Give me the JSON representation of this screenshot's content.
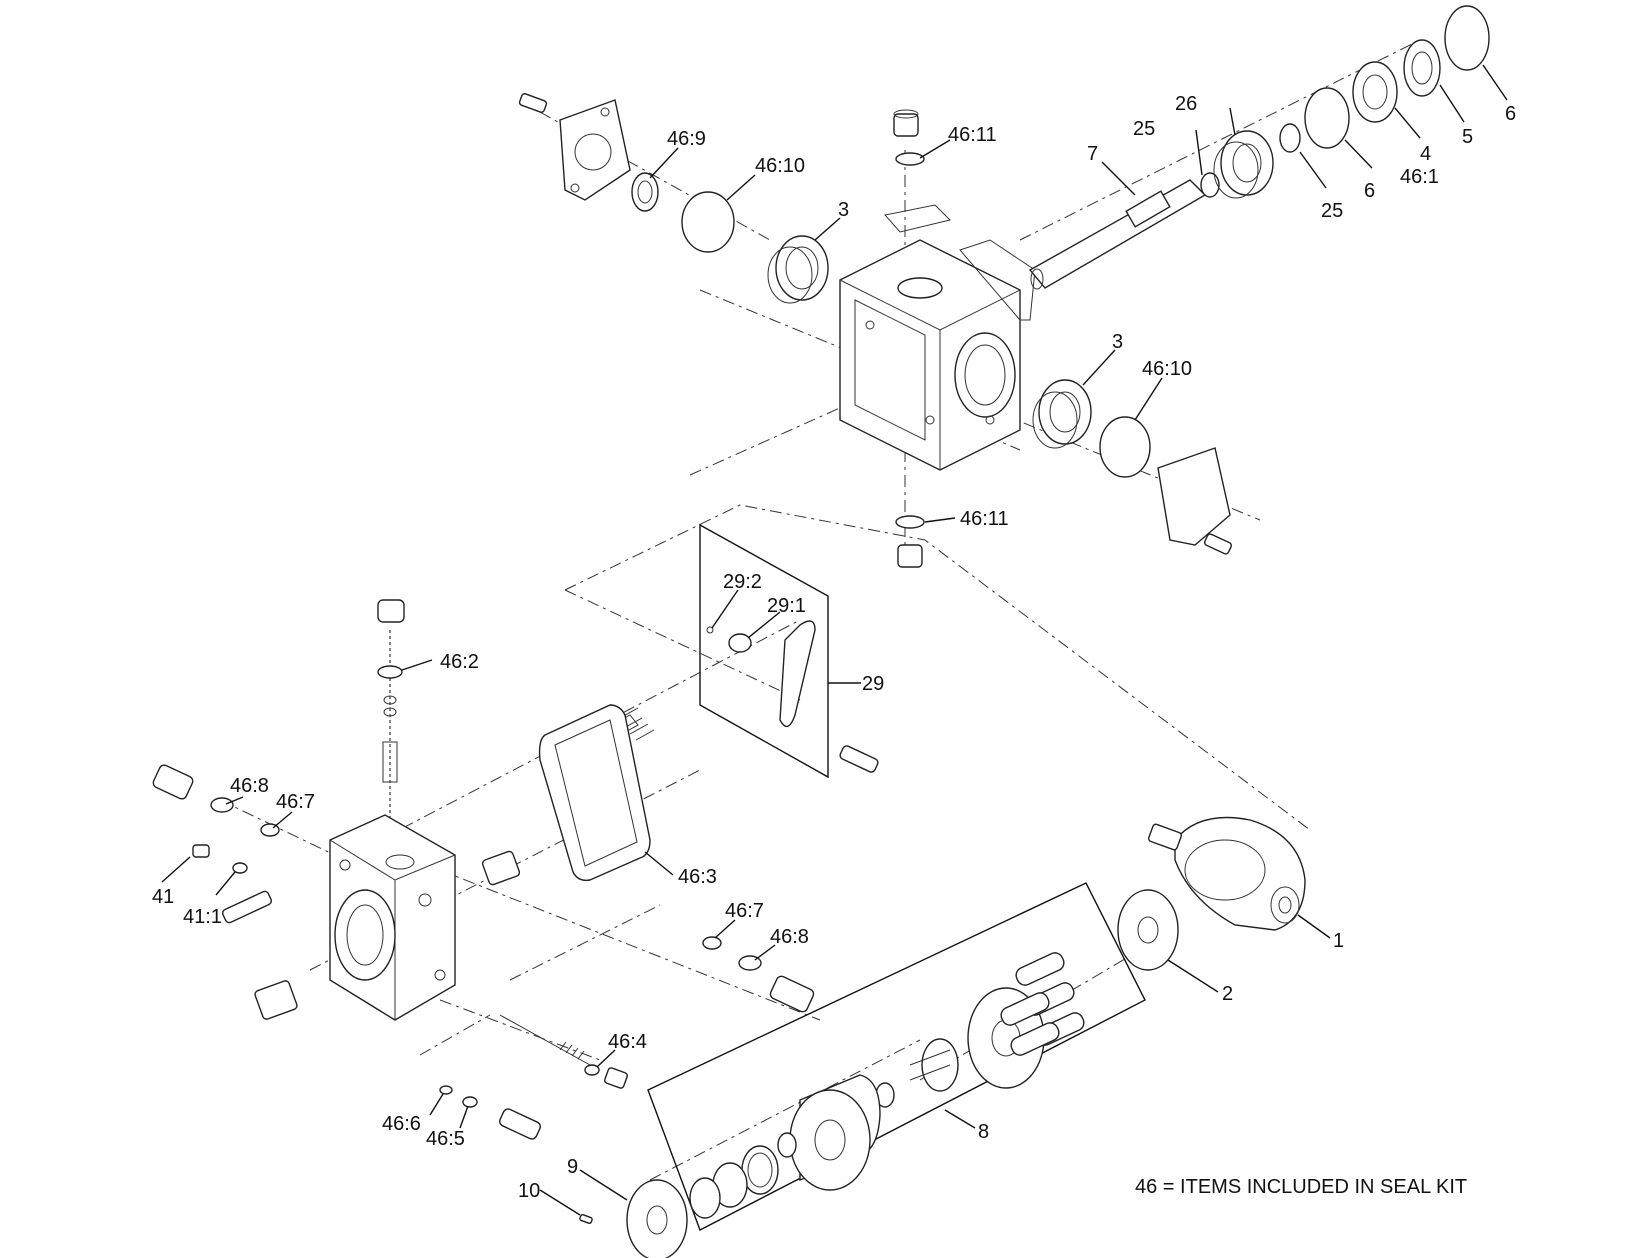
{
  "diagram": {
    "note": "46 = ITEMS INCLUDED IN SEAL KIT",
    "callouts": [
      {
        "id": "c-6a",
        "label": "6"
      },
      {
        "id": "c-5",
        "label": "5"
      },
      {
        "id": "c-4",
        "label": "4"
      },
      {
        "id": "c-46-1",
        "label": "46:1"
      },
      {
        "id": "c-6b",
        "label": "6"
      },
      {
        "id": "c-25a",
        "label": "25"
      },
      {
        "id": "c-26",
        "label": "26"
      },
      {
        "id": "c-25b",
        "label": "25"
      },
      {
        "id": "c-7",
        "label": "7"
      },
      {
        "id": "c-46-11a",
        "label": "46:11"
      },
      {
        "id": "c-46-9",
        "label": "46:9"
      },
      {
        "id": "c-46-10a",
        "label": "46:10"
      },
      {
        "id": "c-3a",
        "label": "3"
      },
      {
        "id": "c-3b",
        "label": "3"
      },
      {
        "id": "c-46-10b",
        "label": "46:10"
      },
      {
        "id": "c-46-11b",
        "label": "46:11"
      },
      {
        "id": "c-29-2",
        "label": "29:2"
      },
      {
        "id": "c-29-1",
        "label": "29:1"
      },
      {
        "id": "c-29",
        "label": "29"
      },
      {
        "id": "c-46-2",
        "label": "46:2"
      },
      {
        "id": "c-46-8a",
        "label": "46:8"
      },
      {
        "id": "c-46-7a",
        "label": "46:7"
      },
      {
        "id": "c-41",
        "label": "41"
      },
      {
        "id": "c-41-1",
        "label": "41:1"
      },
      {
        "id": "c-46-3",
        "label": "46:3"
      },
      {
        "id": "c-46-7b",
        "label": "46:7"
      },
      {
        "id": "c-46-8b",
        "label": "46:8"
      },
      {
        "id": "c-1",
        "label": "1"
      },
      {
        "id": "c-2",
        "label": "2"
      },
      {
        "id": "c-46-4",
        "label": "46:4"
      },
      {
        "id": "c-46-6",
        "label": "46:6"
      },
      {
        "id": "c-46-5",
        "label": "46:5"
      },
      {
        "id": "c-8",
        "label": "8"
      },
      {
        "id": "c-9",
        "label": "9"
      },
      {
        "id": "c-10",
        "label": "10"
      }
    ]
  }
}
